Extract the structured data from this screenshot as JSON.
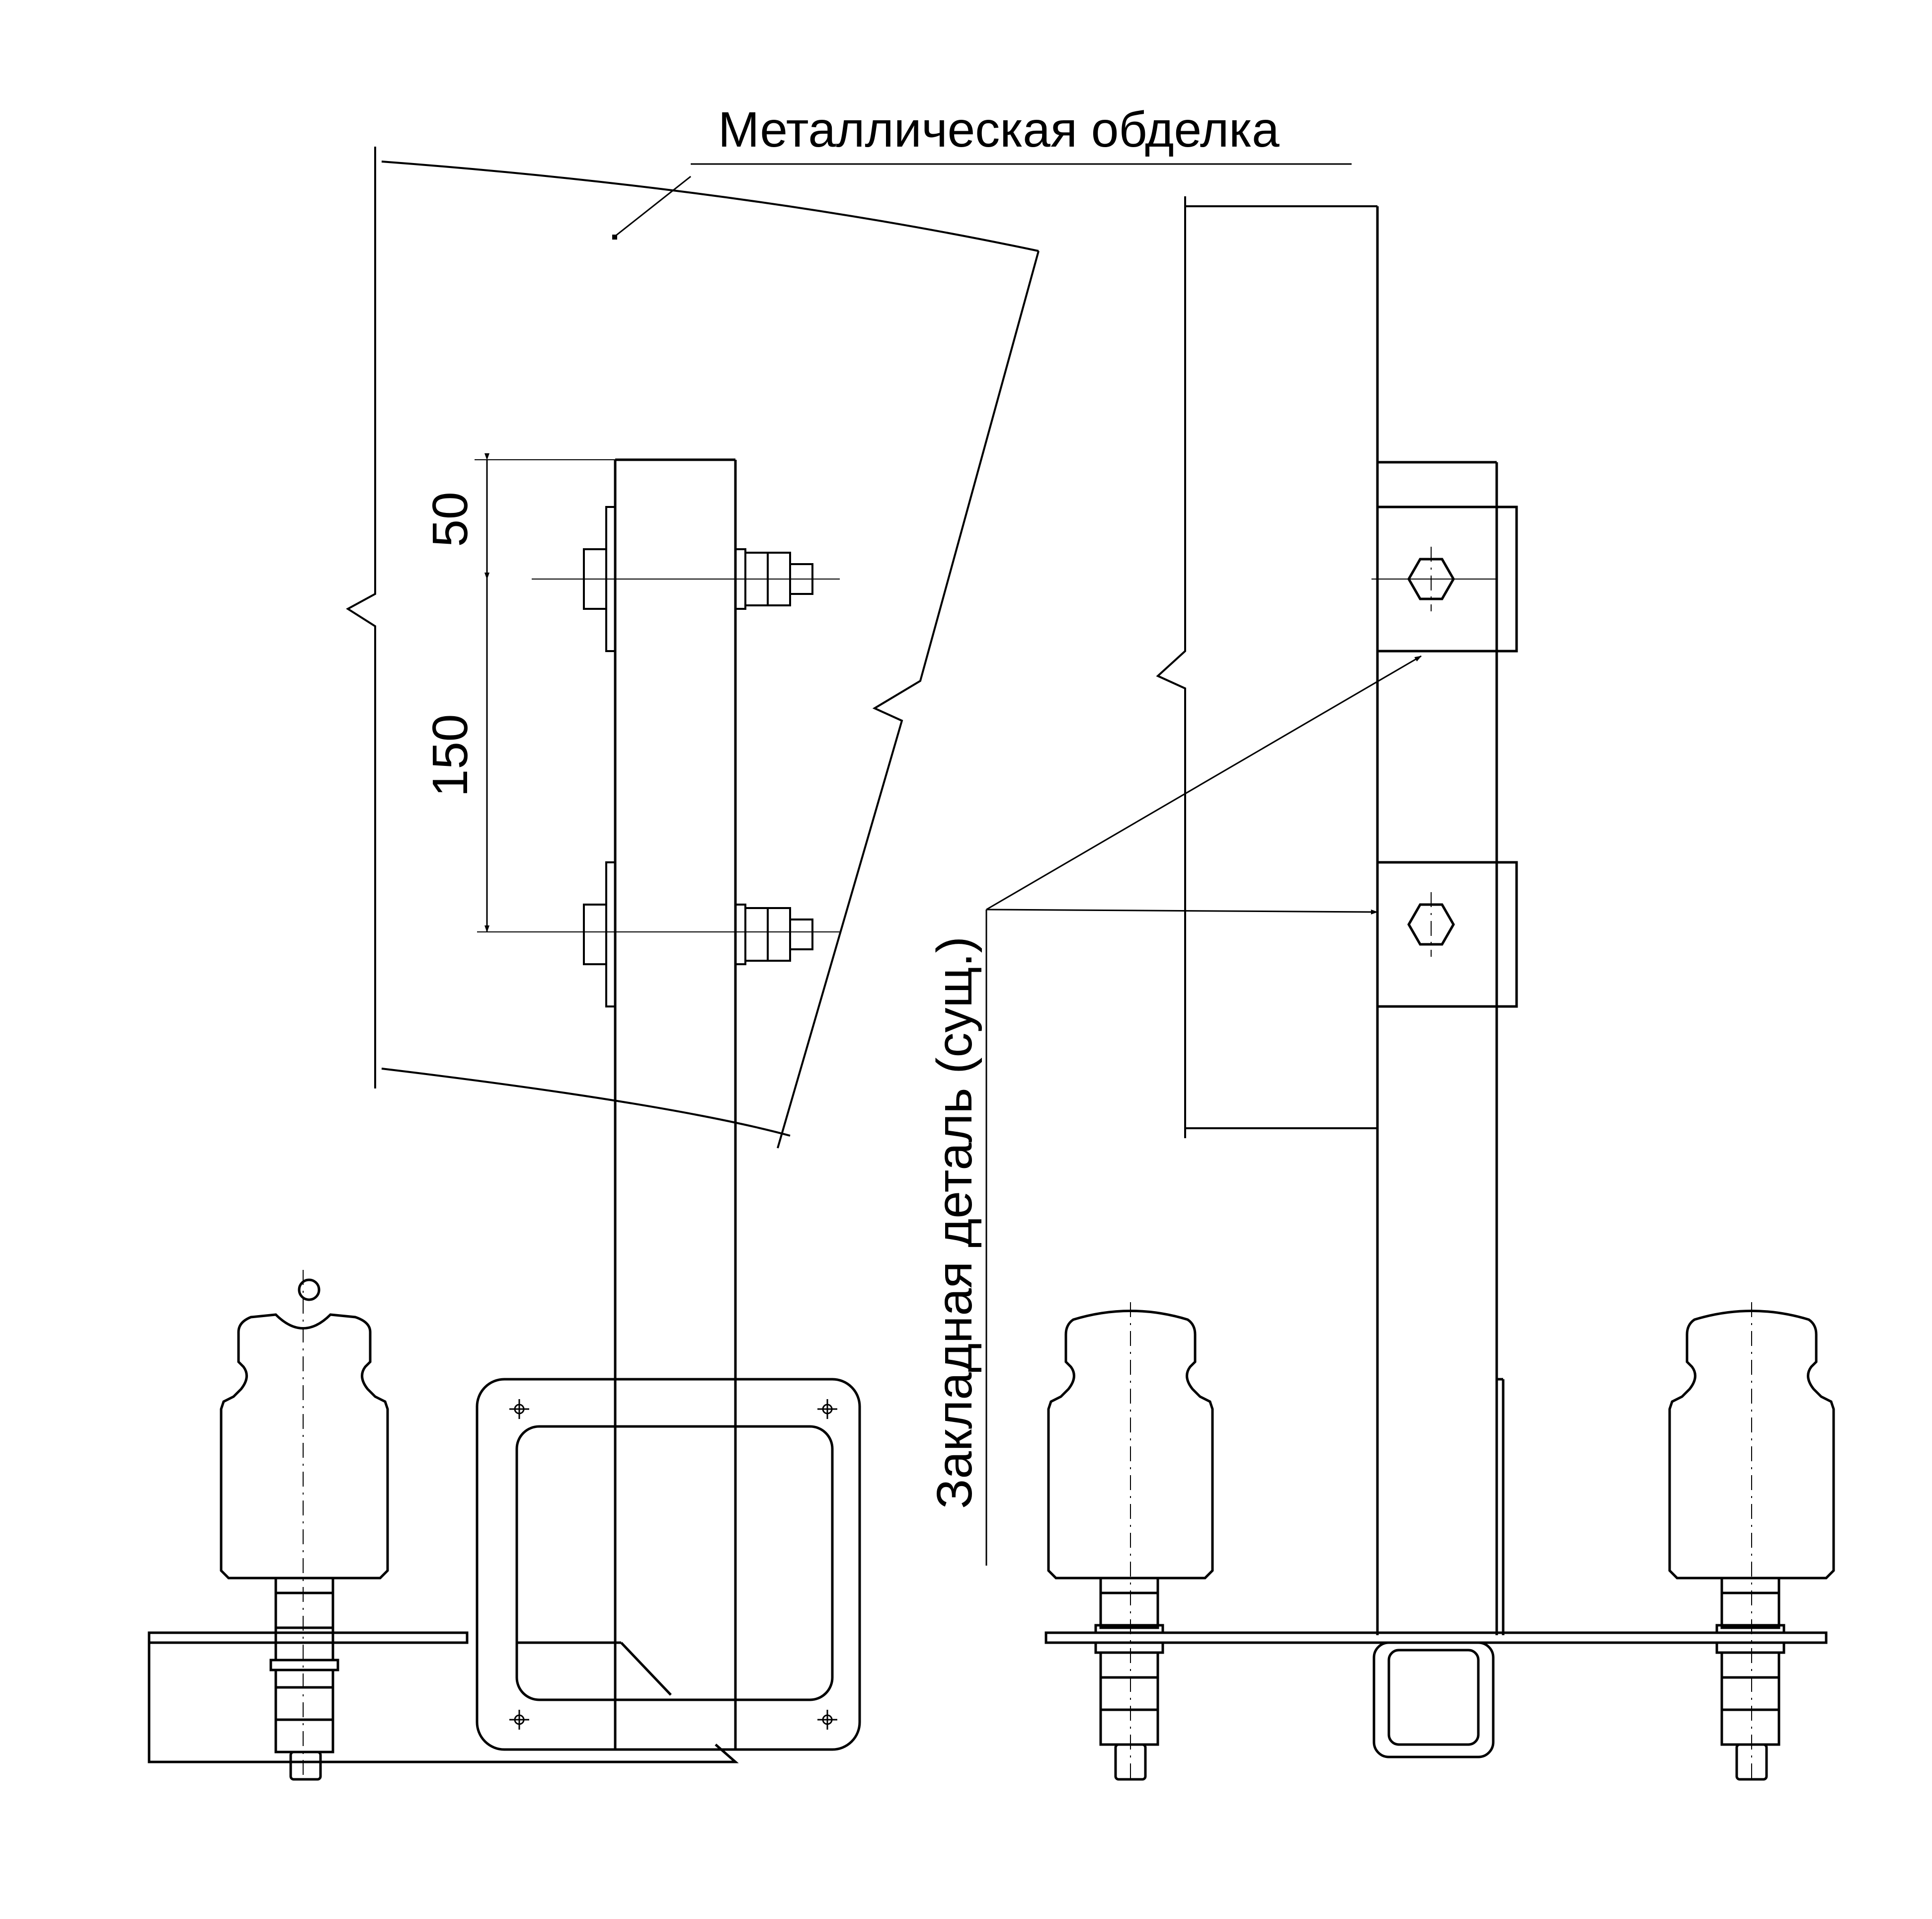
{
  "labels": {
    "cladding": "Металлическая обделка",
    "embedded_part": "Закладная деталь (сущ.)"
  },
  "dimensions": {
    "upper_spacing": "50",
    "bolt_spacing": "150"
  },
  "colors": {
    "line": "#000000",
    "background": "#ffffff"
  }
}
